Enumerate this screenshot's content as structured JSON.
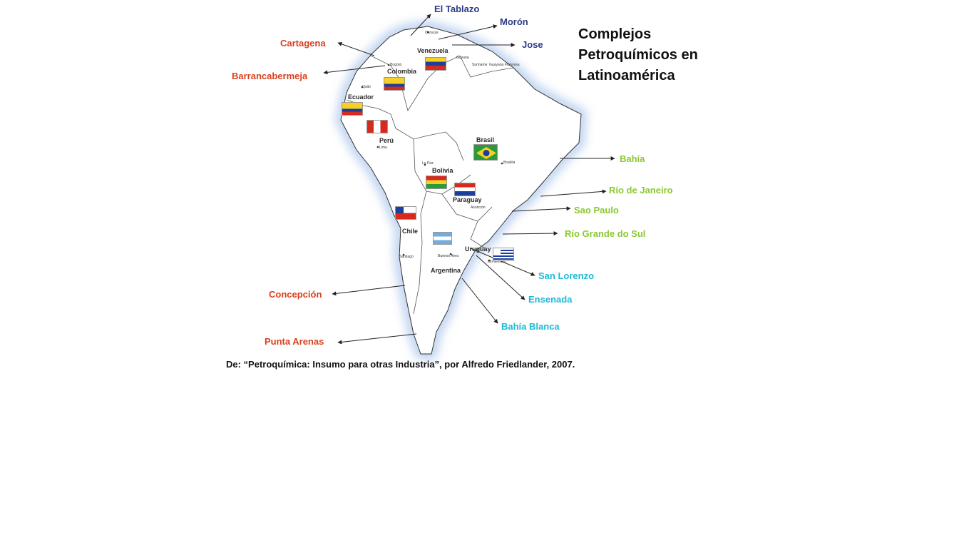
{
  "title_lines": [
    "Complejos",
    "Petroquímicos en",
    "Latinoamérica"
  ],
  "source": "De: “Petroquímica: Insumo para otras Industria”, por Alfredo Friedlander, 2007.",
  "sites": {
    "el_tablazo": "El Tablazo",
    "moron": "Morón",
    "jose": "Jose",
    "cartagena": "Cartagena",
    "barrancabermeja": "Barrancabermeja",
    "bahia": "Bahía",
    "rio_de_janeiro": "Río de Janeiro",
    "sao_paulo": "Sao Paulo",
    "rio_grande_do_sul": "Río Grande do Sul",
    "san_lorenzo": "San Lorenzo",
    "ensenada": "Ensenada",
    "bahia_blanca": "Bahía Blanca",
    "concepcion": "Concepción",
    "punta_arenas": "Punta Arenas"
  },
  "countries": {
    "venezuela": "Venezuela",
    "colombia": "Colombia",
    "ecuador": "Ecuador",
    "peru": "Perú",
    "brasil": "Brasil",
    "bolivia": "Bolivia",
    "paraguay": "Paraguay",
    "chile": "Chile",
    "uruguay": "Uruguay",
    "argentina": "Argentina"
  },
  "cities": {
    "caracas": "Caracas",
    "guyana": "Guyana",
    "suriname": "Suriname",
    "guayana_francesa": "Guayana Francesa",
    "bogota": "Bogotá",
    "quito": "Quito",
    "lima": "Lima",
    "la_paz": "La Paz",
    "brasilia": "Brasilia",
    "asuncion": "Asunción",
    "santiago": "Santiago",
    "buenos_aires": "Buenos Aires",
    "montevideo": "Montevideo"
  },
  "colors": {
    "north_labels": "#2e3a87",
    "west_labels": "#d9401f",
    "brazil_labels": "#8ac832",
    "argentina_labels": "#1fbad6"
  }
}
